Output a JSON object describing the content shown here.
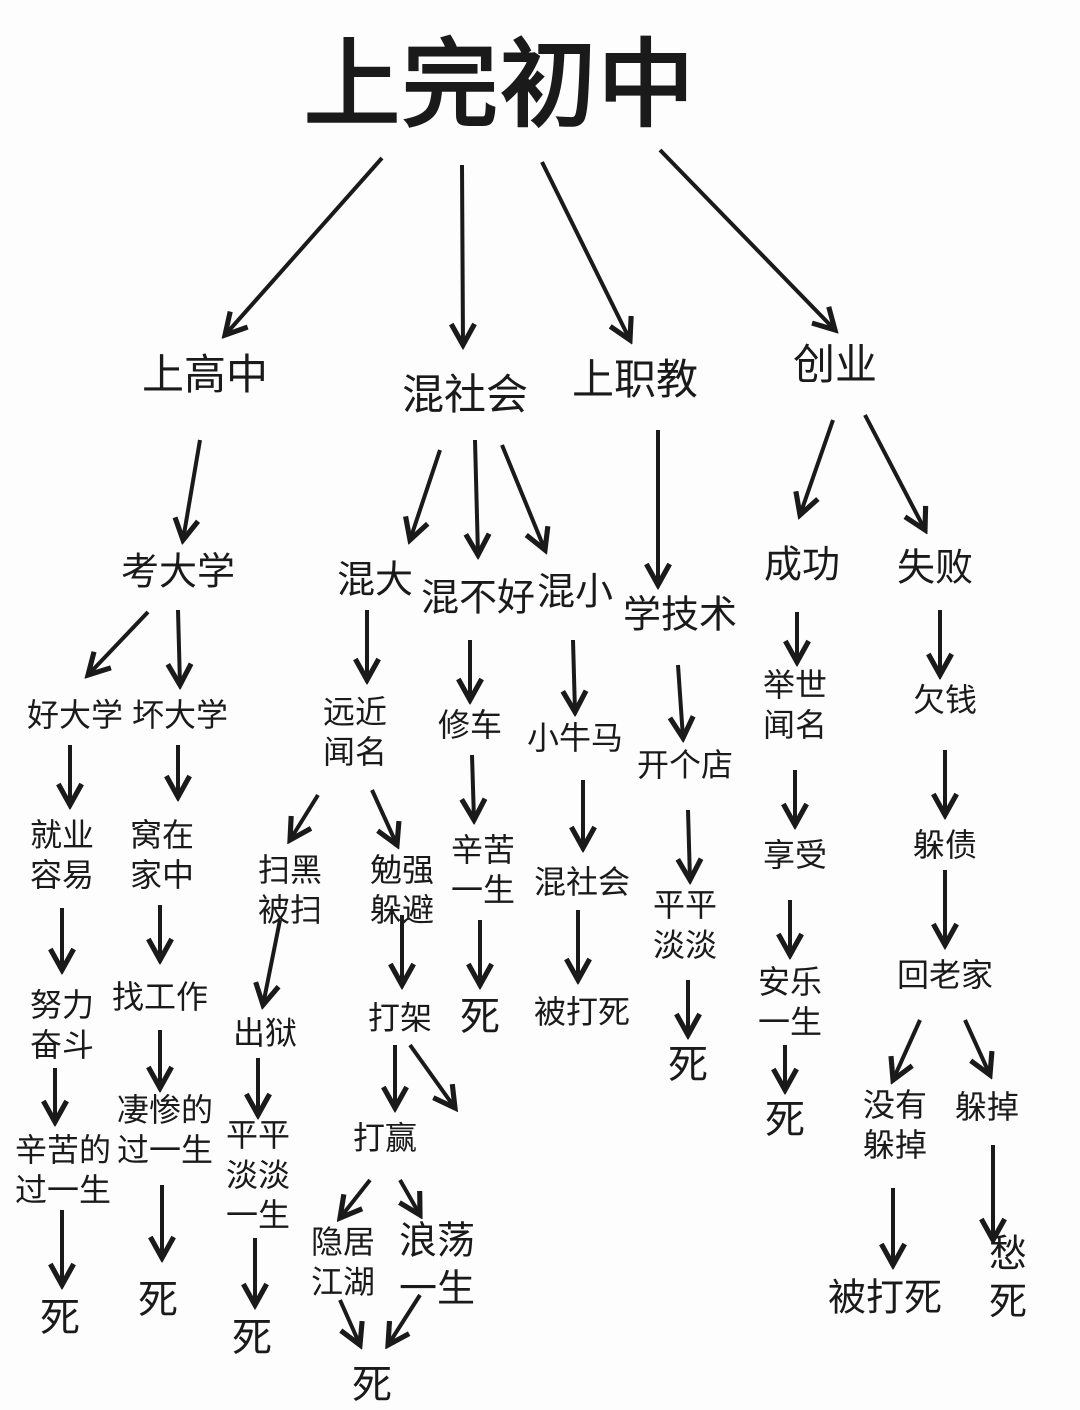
{
  "title": "上完初中",
  "nodes": [
    "上高中",
    "混社会",
    "上职教",
    "创业",
    "考大学",
    "混大",
    "混不好",
    "混小",
    "学技术",
    "成功",
    "失败",
    "好大学",
    "坏大学",
    "远近\n闻名",
    "修车",
    "小牛马",
    "开个店",
    "举世\n闻名",
    "欠钱",
    "就业\n容易",
    "窝在\n家中",
    "扫黑\n被扫",
    "勉强\n躲避",
    "辛苦\n一生",
    "混社会",
    "平平\n淡淡",
    "享受",
    "躲债",
    "努力\n奋斗",
    "找工作",
    "出狱",
    "打架",
    "死",
    "被打死",
    "死",
    "安乐\n一生",
    "回老家",
    "辛苦的\n过一生",
    "凄惨的\n过一生",
    "平平\n淡淡\n一生",
    "打赢",
    "死",
    "没有\n躲掉",
    "躲掉",
    "死",
    "死",
    "死",
    "隐居\n江湖",
    "浪荡\n一生",
    "被打死",
    "愁死",
    "死"
  ]
}
